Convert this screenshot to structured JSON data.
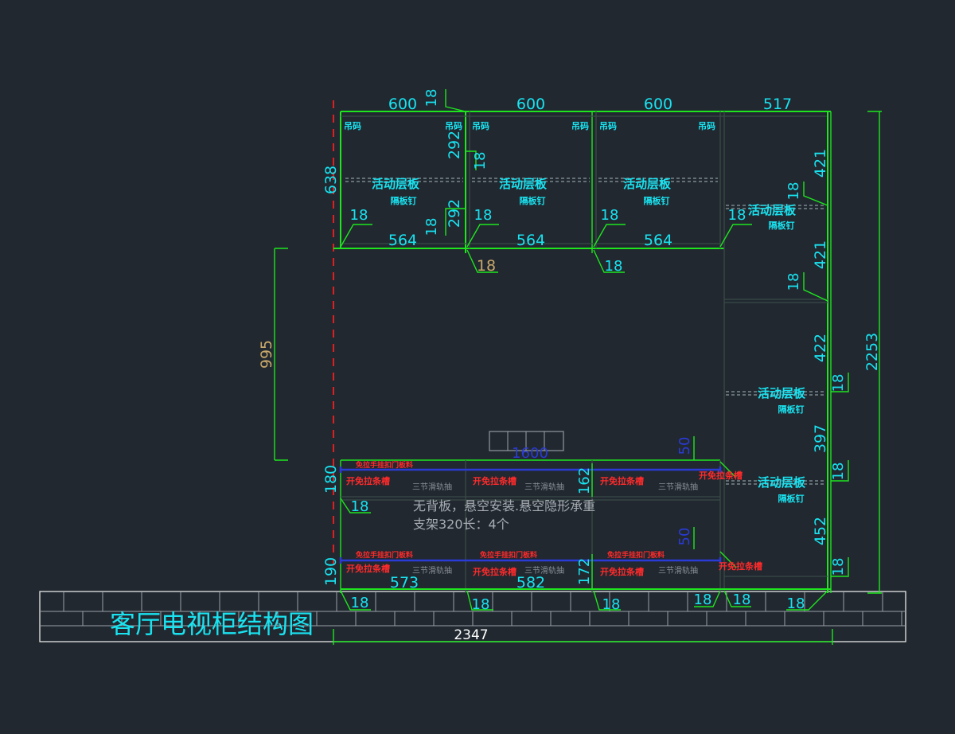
{
  "title": "客厅电视柜结构图",
  "total_width": "2347",
  "note_line1": "无背板，悬空安装.悬空隐形承重",
  "note_line2": "支架320长：4个",
  "upper": {
    "widths": [
      "600",
      "600",
      "600",
      "517"
    ],
    "inner_widths": [
      "564",
      "564",
      "564"
    ],
    "height": "638",
    "half_top": "292",
    "half_bottom": "292",
    "hanger_label": "吊码",
    "shelf_label": "活动层板",
    "shelf_sub": "隔板钉"
  },
  "gap_height": "995",
  "total_height": "2253",
  "right_col": [
    "421",
    "421",
    "422",
    "397",
    "452"
  ],
  "thickness": "18",
  "thickness_tan": "18",
  "drawers": {
    "upper_height": "180",
    "lower_height": "190",
    "mid_upper": "162",
    "mid_lower": "172",
    "blue_dim": "50",
    "blue_dim2": "50",
    "opening_1600": "1600",
    "bottom_widths": [
      "573",
      "582"
    ],
    "pull_label": "开免拉条槽",
    "rail_label": "三节滑轨抽",
    "top_strip_upper": "免拉手挂扣门板料",
    "top_strip_lower": "免拉手挂扣门板料"
  }
}
